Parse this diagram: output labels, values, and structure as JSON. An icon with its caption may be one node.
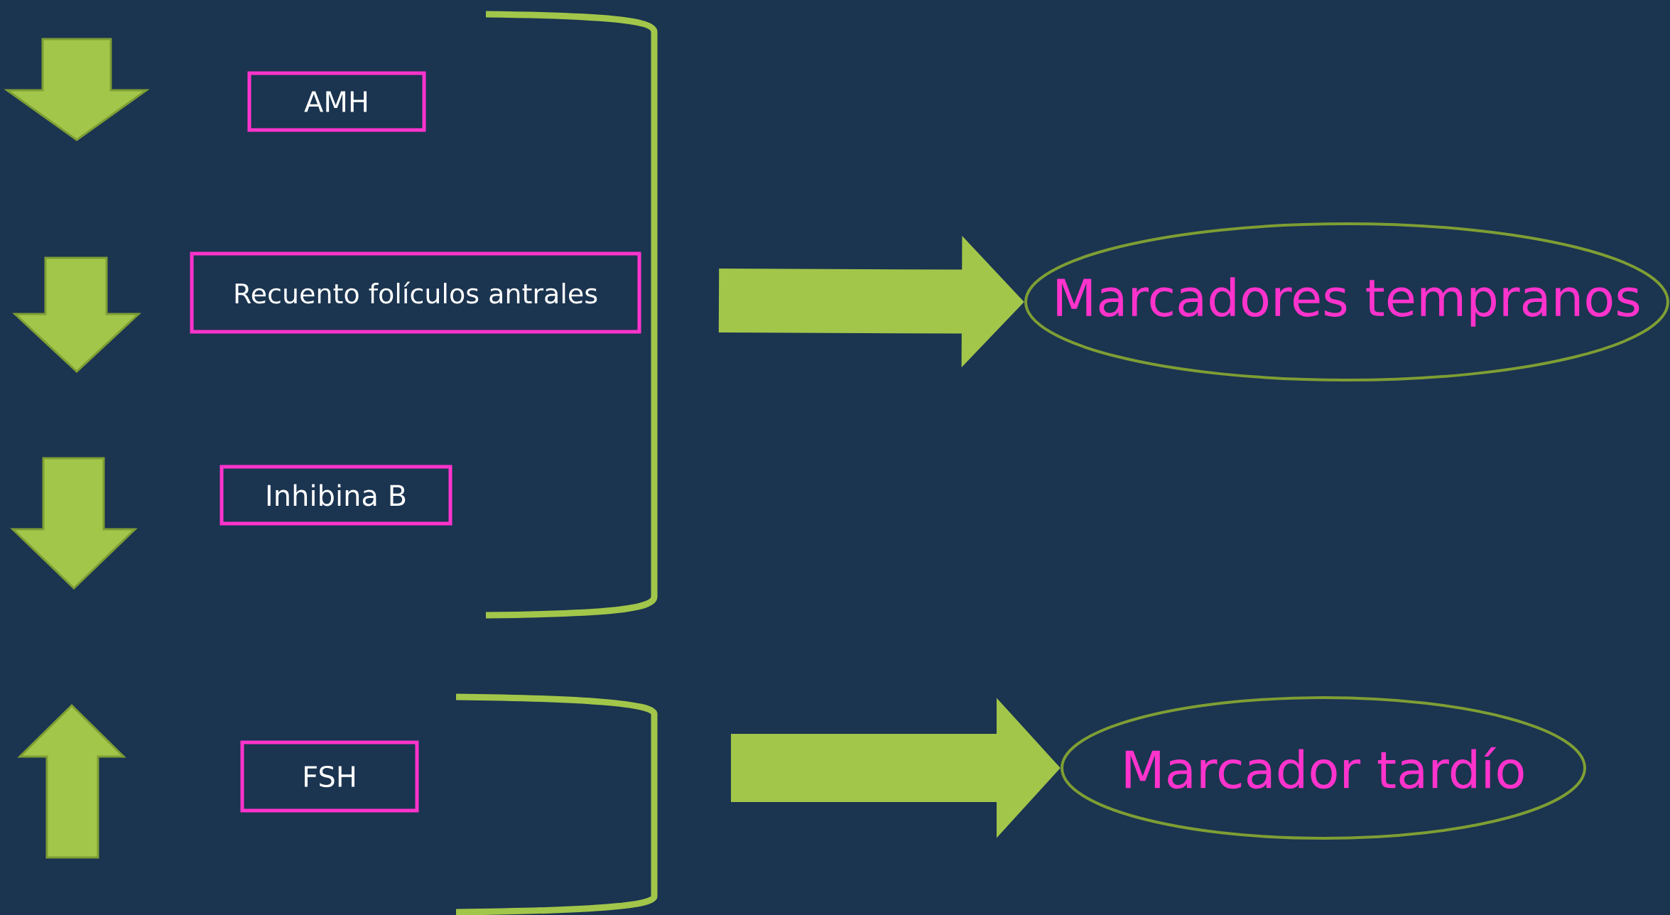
{
  "diagram": {
    "nodes": [
      {
        "text": [
          "AMH"
        ]
      },
      {
        "text": [
          "Recuento folículos antrales"
        ]
      },
      {
        "text": [
          "Inhibina B"
        ]
      },
      {
        "text": [
          "FSH"
        ]
      },
      {
        "text": [
          "Marcadores tempranos"
        ]
      },
      {
        "text": [
          "Marcador tardío"
        ]
      }
    ],
    "edges": [
      {
        "from": null,
        "to": 4,
        "arrow": "to"
      },
      {
        "from": null,
        "to": 5,
        "arrow": "to"
      }
    ]
  }
}
